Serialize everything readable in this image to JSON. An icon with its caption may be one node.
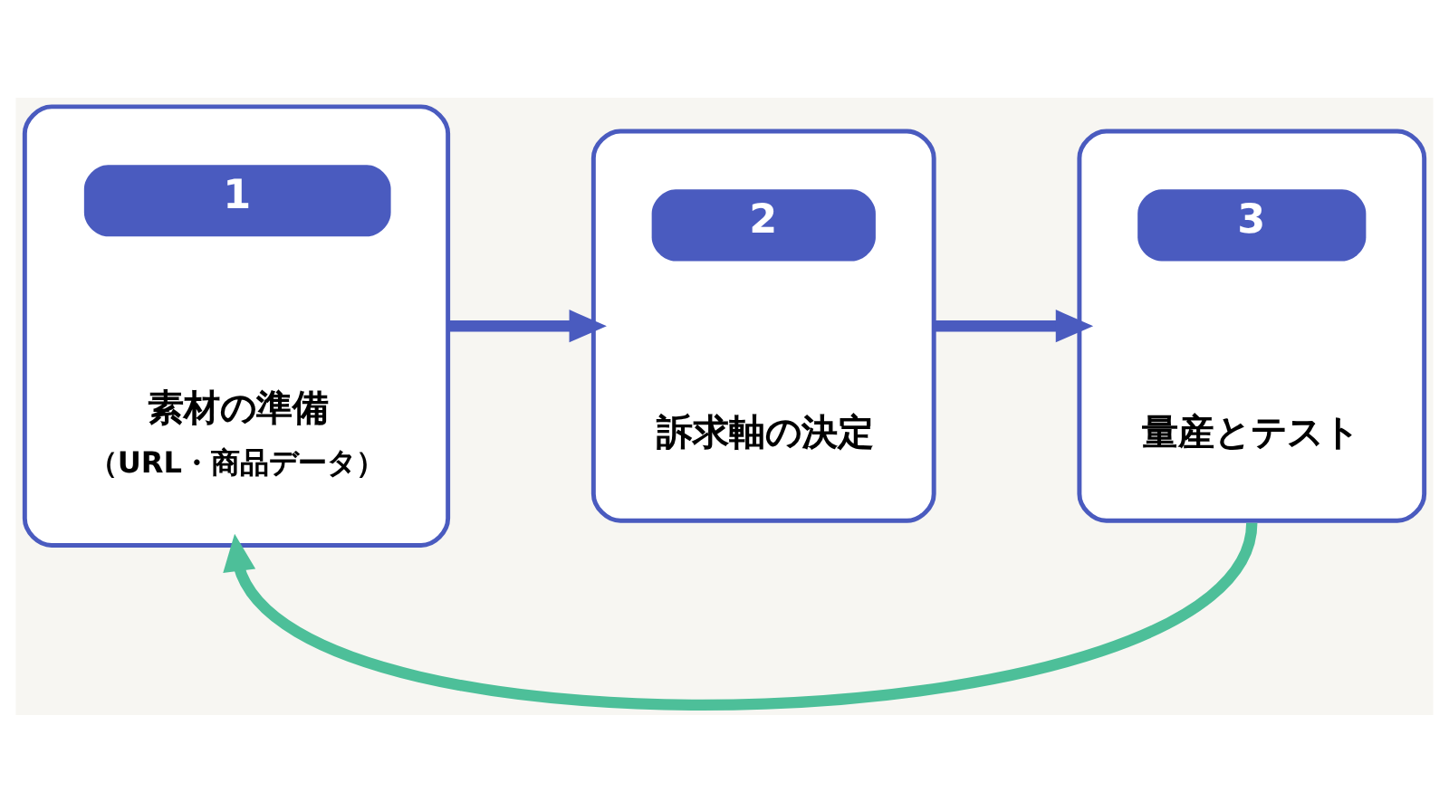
{
  "diagram": {
    "nodes": [
      {
        "text": [
          "1",
          "素材の準備",
          "（URL・商品データ）"
        ]
      },
      {
        "text": [
          "2",
          "訴求軸の決定"
        ]
      },
      {
        "text": [
          "3",
          "量産とテスト"
        ]
      }
    ],
    "edges": [
      {
        "from": 0,
        "to": 1,
        "arrow": "to"
      },
      {
        "from": 1,
        "to": 2,
        "arrow": "to"
      },
      {
        "from": 2,
        "to": 0,
        "arrow": "to",
        "color": "#4dbf99"
      }
    ]
  }
}
